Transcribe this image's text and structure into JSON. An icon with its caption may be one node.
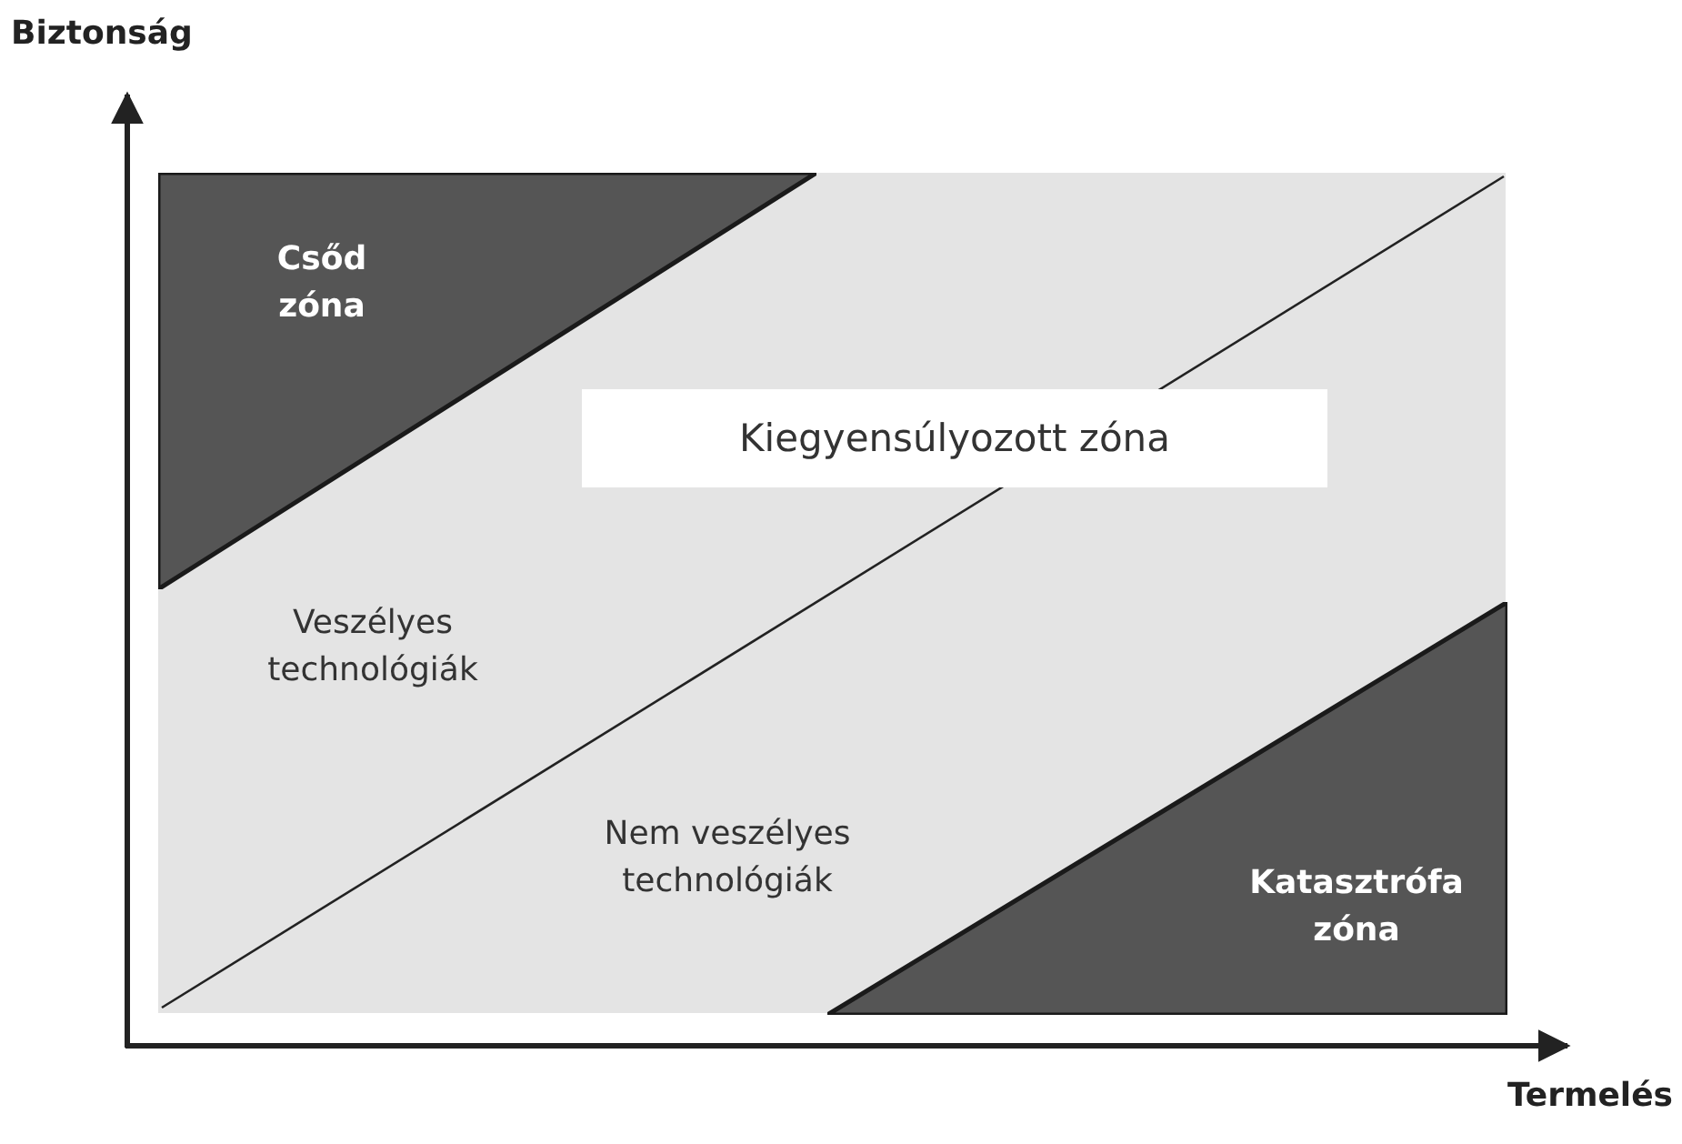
{
  "diagram": {
    "nodes": [
      {
        "text": [
          "Csőd zóna"
        ]
      },
      {
        "text": [
          "Kiegyensúlyozott zóna"
        ]
      },
      {
        "text": [
          "Katasztrófa zóna"
        ]
      }
    ],
    "labels": [
      "Biztonság",
      "Veszélyes technológiák",
      "Nem veszélyes technológiák",
      "Termelés"
    ]
  }
}
